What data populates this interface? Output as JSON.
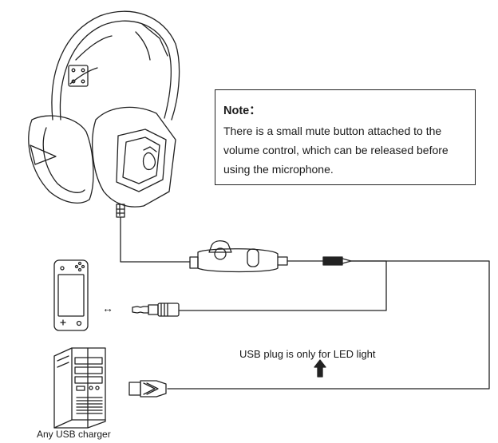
{
  "note": {
    "title": "Note：",
    "text": "There is a small mute button attached to the volume control, which can be released before using the microphone."
  },
  "usb_note": "USB plug is only for LED light",
  "charger_label": "Any USB charger",
  "connector_arrow": "↔",
  "colors": {
    "line": "#222222",
    "background": "#ffffff"
  },
  "icons": [
    "gaming-headset-icon",
    "handheld-console-icon",
    "usb-charger-tower-icon",
    "audio-jack-icon",
    "usb-plug-icon",
    "up-arrow-icon",
    "volume-control-icon"
  ]
}
